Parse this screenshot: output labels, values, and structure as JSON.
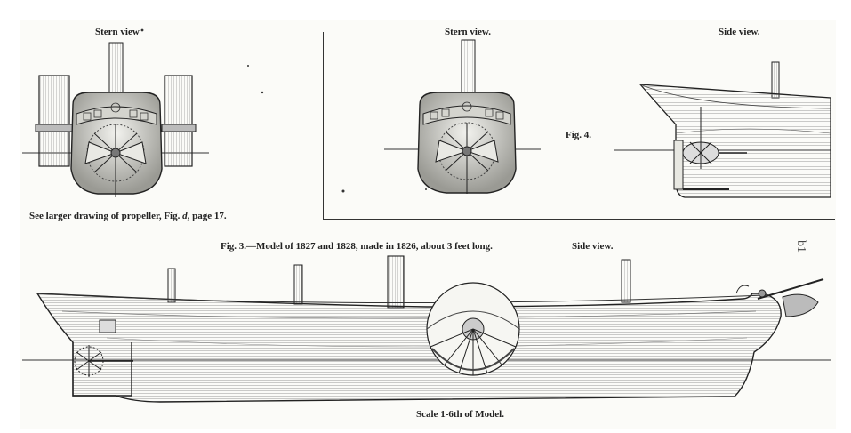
{
  "labels": {
    "stern_view_left": "Stern view",
    "stern_view_mid": "Stern view.",
    "side_view_top": "Side view.",
    "fig4": "Fig. 4.",
    "propeller_note_prefix": "See larger drawing of propeller, Fig.",
    "propeller_note_fig": "d",
    "propeller_note_suffix": ", page 17.",
    "fig3_caption": "Fig. 3.—Model of 1827 and 1828, made in 1826, about 3 feet long.",
    "side_view_bottom": "Side view.",
    "scale": "Scale 1-6th of Model.",
    "margin_mark": "b1"
  }
}
